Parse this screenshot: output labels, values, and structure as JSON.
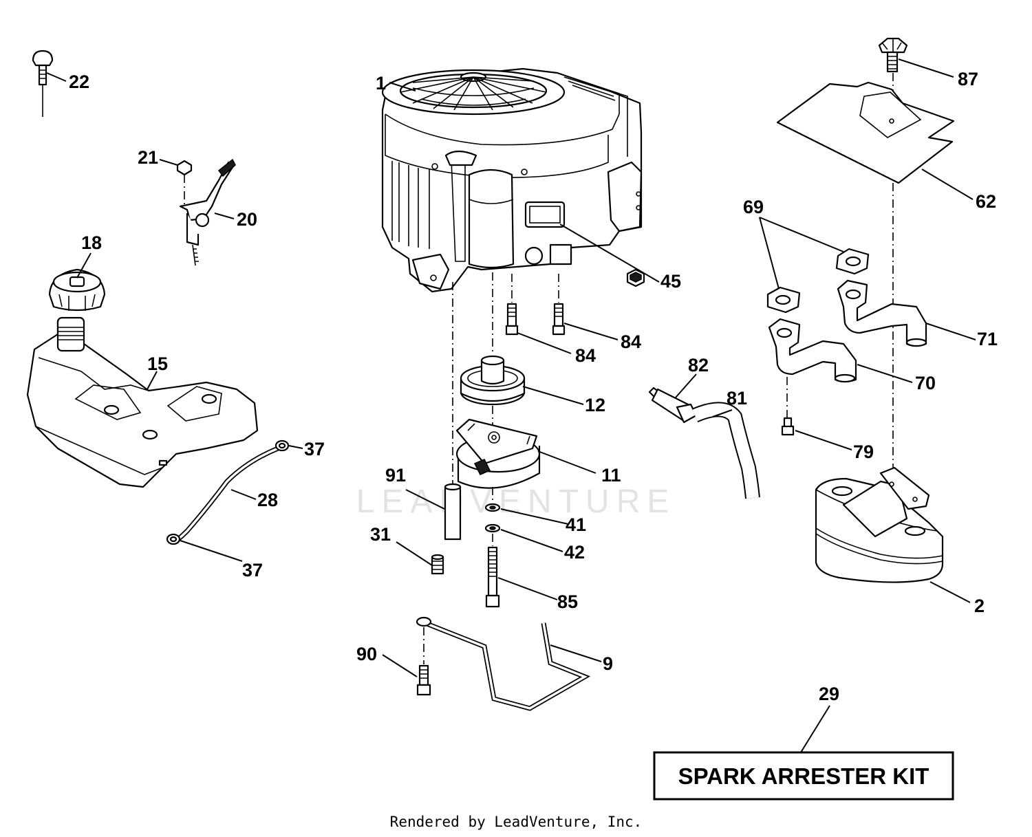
{
  "watermark": "LEADVENTURE",
  "footer": "Rendered by LeadVenture, Inc.",
  "kit_box": {
    "label": "SPARK ARRESTER KIT",
    "callout": "29"
  },
  "callouts": [
    {
      "id": "1",
      "part": "engine"
    },
    {
      "id": "2",
      "part": "muffler"
    },
    {
      "id": "9",
      "part": "rod"
    },
    {
      "id": "11",
      "part": "electric-clutch"
    },
    {
      "id": "12",
      "part": "pulley"
    },
    {
      "id": "15",
      "part": "fuel-tank"
    },
    {
      "id": "18",
      "part": "fuel-cap"
    },
    {
      "id": "20",
      "part": "throttle-bracket"
    },
    {
      "id": "21",
      "part": "screw"
    },
    {
      "id": "22",
      "part": "knob"
    },
    {
      "id": "28",
      "part": "fuel-line"
    },
    {
      "id": "31",
      "part": "spacer"
    },
    {
      "id": "37",
      "part": "clamp-upper"
    },
    {
      "id": "37",
      "part": "clamp-lower"
    },
    {
      "id": "41",
      "part": "washer"
    },
    {
      "id": "42",
      "part": "lock-washer"
    },
    {
      "id": "45",
      "part": "nut"
    },
    {
      "id": "62",
      "part": "heat-shield"
    },
    {
      "id": "69",
      "part": "gaskets"
    },
    {
      "id": "70",
      "part": "exhaust-pipe-left"
    },
    {
      "id": "71",
      "part": "exhaust-pipe-right"
    },
    {
      "id": "79",
      "part": "bolt"
    },
    {
      "id": "81",
      "part": "hose"
    },
    {
      "id": "82",
      "part": "filter"
    },
    {
      "id": "84",
      "part": "bolt-left"
    },
    {
      "id": "84",
      "part": "bolt-right"
    },
    {
      "id": "85",
      "part": "crank-bolt"
    },
    {
      "id": "87",
      "part": "shield-bolt"
    },
    {
      "id": "90",
      "part": "rod-bolt"
    },
    {
      "id": "91",
      "part": "sleeve"
    }
  ]
}
